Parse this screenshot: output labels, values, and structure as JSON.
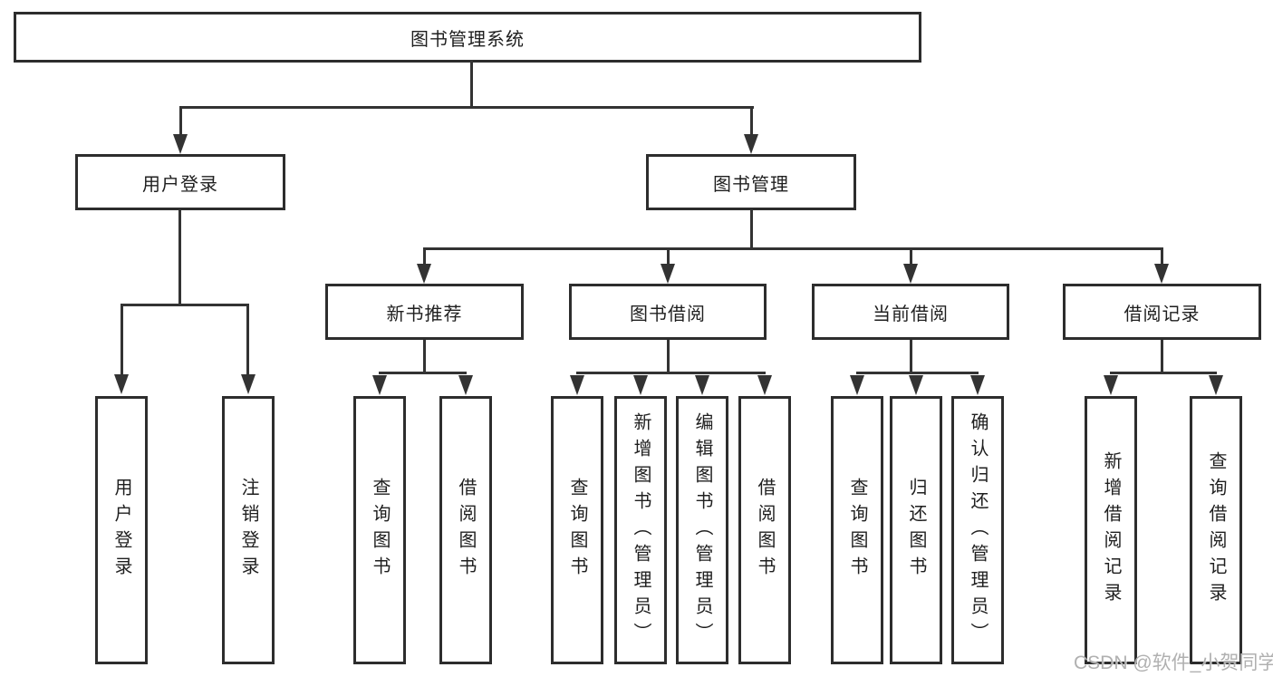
{
  "diagram_title": "图书管理系统",
  "watermark": "CSDN @软件_小贺同学",
  "colors": {
    "line": "#333333",
    "box_border": "#2d2d2d",
    "text": "#1f1f1f",
    "background": "#ffffff",
    "watermark": "#b0b0b0"
  },
  "tree": {
    "root": {
      "label": "图书管理系统"
    },
    "branches": [
      {
        "label": "用户登录",
        "children": [
          {
            "label": "用户登录"
          },
          {
            "label": "注销登录"
          }
        ]
      },
      {
        "label": "图书管理",
        "children": [
          {
            "label": "新书推荐",
            "children": [
              {
                "label": "查询图书"
              },
              {
                "label": "借阅图书"
              }
            ]
          },
          {
            "label": "图书借阅",
            "children": [
              {
                "label": "查询图书"
              },
              {
                "label": "新增图书（管理员）"
              },
              {
                "label": "编辑图书（管理员）"
              },
              {
                "label": "借阅图书"
              }
            ]
          },
          {
            "label": "当前借阅",
            "children": [
              {
                "label": "查询图书"
              },
              {
                "label": "归还图书"
              },
              {
                "label": "确认归还（管理员）"
              }
            ]
          },
          {
            "label": "借阅记录",
            "children": [
              {
                "label": "新增借阅记录"
              },
              {
                "label": "查询借阅记录"
              }
            ]
          }
        ]
      }
    ]
  }
}
